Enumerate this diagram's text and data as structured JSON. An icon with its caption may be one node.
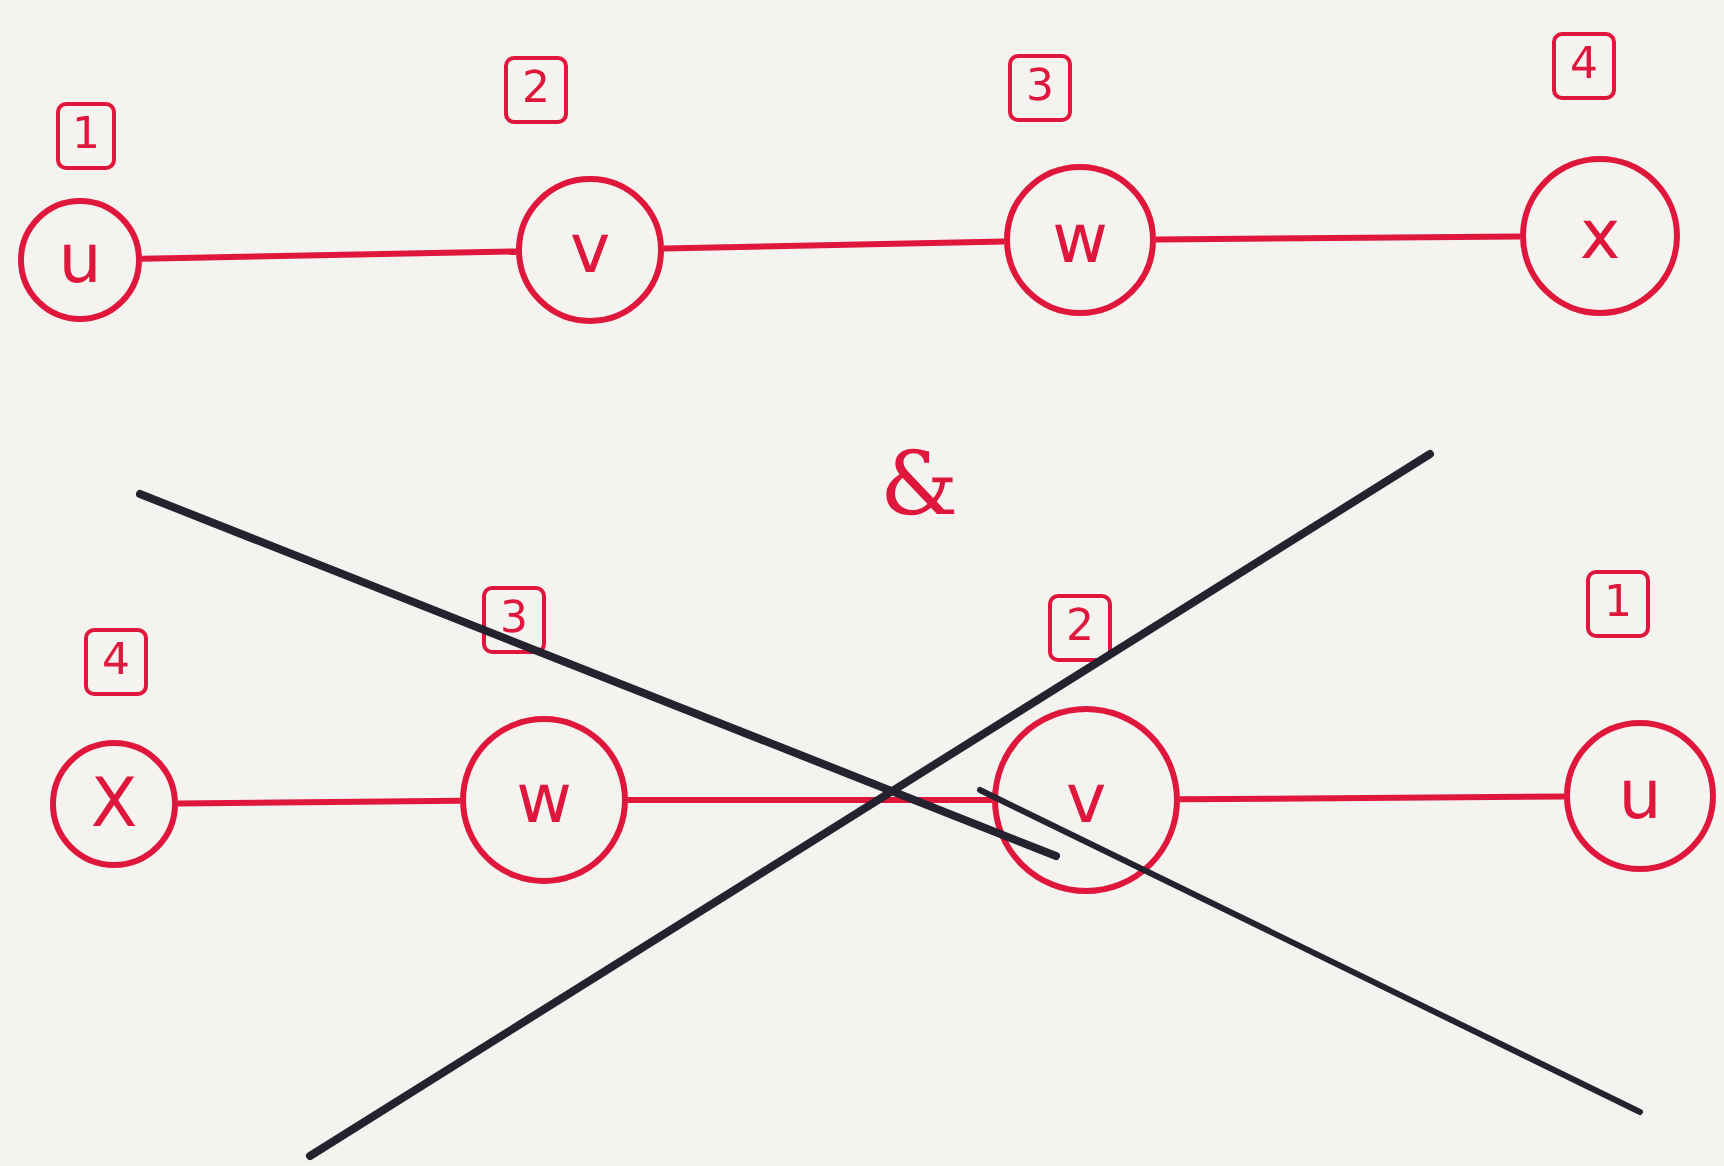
{
  "diagram": {
    "nodes": [
      {
        "text": [
          "1"
        ]
      },
      {
        "text": [
          "2"
        ]
      },
      {
        "text": [
          "3"
        ]
      },
      {
        "text": [
          "4"
        ]
      },
      {
        "text": [
          "u"
        ]
      },
      {
        "text": [
          "v"
        ]
      },
      {
        "text": [
          "w"
        ]
      },
      {
        "text": [
          "x"
        ]
      },
      {
        "text": [
          "4"
        ]
      },
      {
        "text": [
          "3"
        ]
      },
      {
        "text": [
          "2"
        ]
      },
      {
        "text": [
          "1"
        ]
      },
      {
        "text": [
          "X"
        ]
      },
      {
        "text": [
          "w"
        ]
      },
      {
        "text": [
          "v"
        ]
      },
      {
        "text": [
          "u"
        ]
      }
    ],
    "edges": [
      {
        "from": 4,
        "to": 5,
        "arrow": "none"
      },
      {
        "from": 5,
        "to": 6,
        "arrow": "none"
      },
      {
        "from": 6,
        "to": 7,
        "arrow": "none"
      },
      {
        "from": 12,
        "to": 13,
        "arrow": "none"
      },
      {
        "from": 13,
        "to": 14,
        "arrow": "none"
      },
      {
        "from": 14,
        "to": 15,
        "arrow": "none"
      }
    ],
    "labels": [
      "&"
    ]
  }
}
